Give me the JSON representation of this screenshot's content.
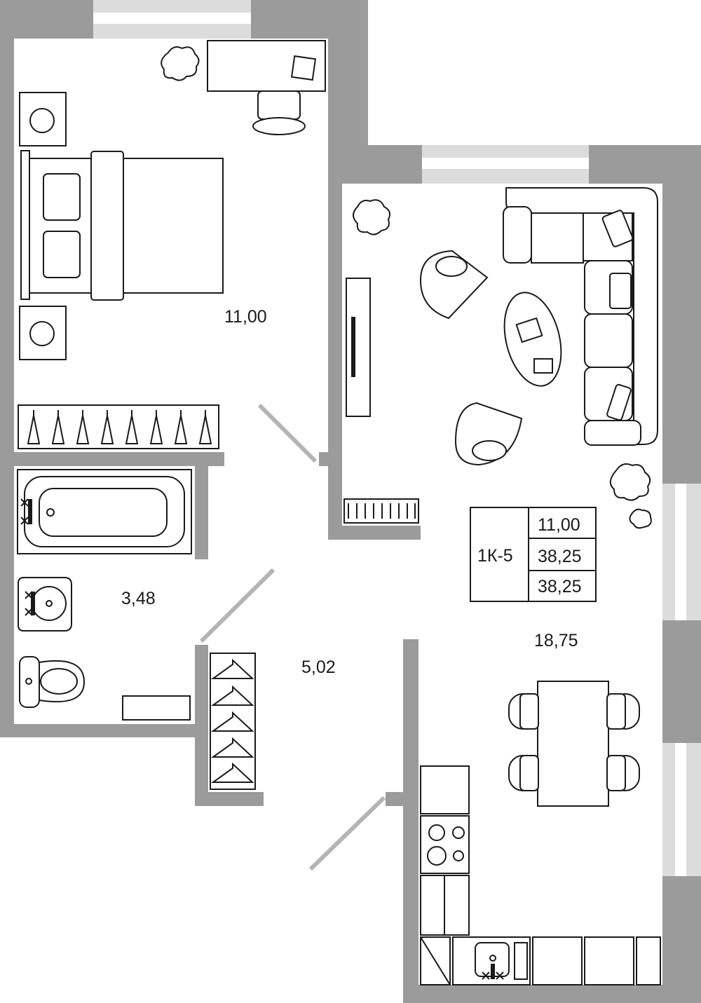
{
  "plan": {
    "rooms": [
      {
        "name": "bedroom",
        "area": "11,00"
      },
      {
        "name": "bathroom",
        "area": "3,48"
      },
      {
        "name": "hallway",
        "area": "5,02"
      },
      {
        "name": "living-kitchen",
        "area": "18,75"
      }
    ],
    "info_table": {
      "unit": "1К-5",
      "living_area": "11,00",
      "total_area": "38,25",
      "total_area_2": "38,25"
    },
    "colors": {
      "wall": "#9b9b9b",
      "window": "#dcdcdc",
      "line": "#1a1a1a"
    }
  }
}
